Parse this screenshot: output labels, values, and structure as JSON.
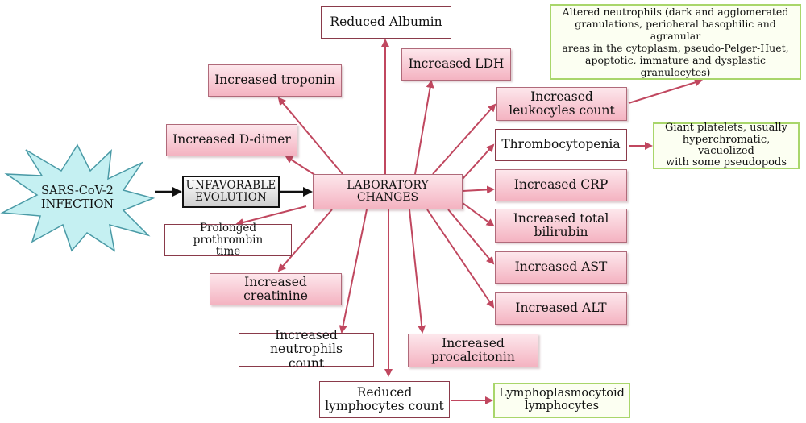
{
  "source": {
    "line1": "SARS-CoV-2",
    "line2": "INFECTION"
  },
  "evolution": {
    "line1": "UNFAVORABLE",
    "line2": "EVOLUTION"
  },
  "center": {
    "line1": "LABORATORY",
    "line2": "CHANGES"
  },
  "findings": {
    "reduced_albumin": "Reduced Albumin",
    "increased_ldh": "Increased LDH",
    "increased_troponin": "Increased troponin",
    "increased_d_dimer": "Increased D-dimer",
    "increased_leukocytes": {
      "line1": "Increased",
      "line2": "leukocyles count"
    },
    "thrombocytopenia": "Thrombocytopenia",
    "increased_crp": "Increased CRP",
    "increased_bilirubin": {
      "line1": "Increased total",
      "line2": "bilirubin"
    },
    "increased_ast": "Increased AST",
    "increased_alt": "Increased ALT",
    "prolonged_prothrombin": {
      "line1": "Prolonged prothrombin",
      "line2": "time"
    },
    "increased_creatinine": "Increased creatinine",
    "increased_neutrophils": {
      "line1": "Increased neutrophils",
      "line2": "count"
    },
    "increased_procalcitonin": {
      "line1": "Increased",
      "line2": "procalcitonin"
    },
    "reduced_lymphocytes": {
      "line1": "Reduced",
      "line2": "lymphocytes count"
    }
  },
  "details": {
    "altered_neutrophils": {
      "line1": "Altered neutrophils (dark and agglomerated",
      "line2": "granulations, perioheral basophilic and agranular",
      "line3": "areas in the cytoplasm, pseudo-Pelger-Huet,",
      "line4": "apoptotic, immature and dysplastic granulocytes)"
    },
    "giant_platelets": {
      "line1": "Giant platelets, usually",
      "line2": "hyperchromatic, vacuolized",
      "line3": "with some pseudopods"
    },
    "lymphoplasmocytoid": {
      "line1": "Lymphoplasmocytoid",
      "line2": "lymphocytes"
    }
  },
  "colors": {
    "arrow": "#c0475f",
    "pink_border": "#b06a7a",
    "dark_red_border": "#8a3a4a",
    "green_border": "#a9d66b",
    "star_fill": "#c5f0f2"
  }
}
